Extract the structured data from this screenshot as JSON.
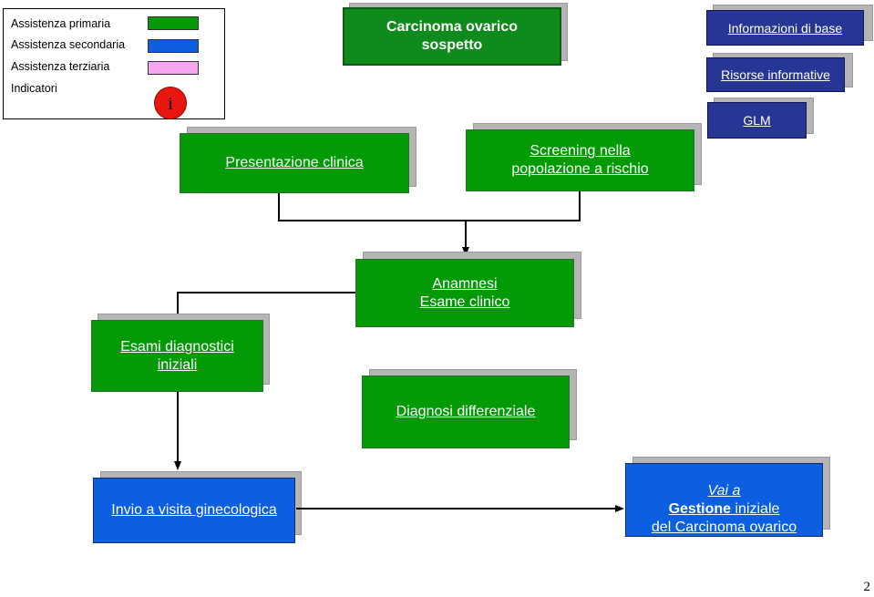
{
  "legend": {
    "items": [
      {
        "label": "Assistenza primaria",
        "color": "#049a07"
      },
      {
        "label": "Assistenza secondaria",
        "color": "#0b5fe0"
      },
      {
        "label": "Assistenza terziaria",
        "color": "#f4a6f0"
      },
      {
        "label": "Indicatori",
        "icon": "info-icon"
      }
    ],
    "info_icon_text": "i"
  },
  "title": "Carcinoma ovarico\nsospetto",
  "top_links": {
    "info_base": "Informazioni di base",
    "risorse": "Risorse informative",
    "glm": "GLM"
  },
  "nodes": {
    "presentazione": "Presentazione clinica",
    "screening": "Screening nella\npopolazione a rischio",
    "anamnesi": "Anamnesi\nEsame clinico",
    "esami": "Esami diagnostici\niniziali",
    "diagnosi": "Diagnosi differenziale",
    "invio": "Invio a visita ginecologica",
    "vai_a": "Vai a",
    "vai_gestione": "Gestione",
    "vai_rest1": " iniziale",
    "vai_line2": "del Carcinoma ovarico"
  },
  "page_number": "2",
  "colors": {
    "primary_green": "#049a07",
    "secondary_blue": "#0b5fe0",
    "tertiary_pink": "#f4a6f0",
    "link_navy": "#273594"
  }
}
